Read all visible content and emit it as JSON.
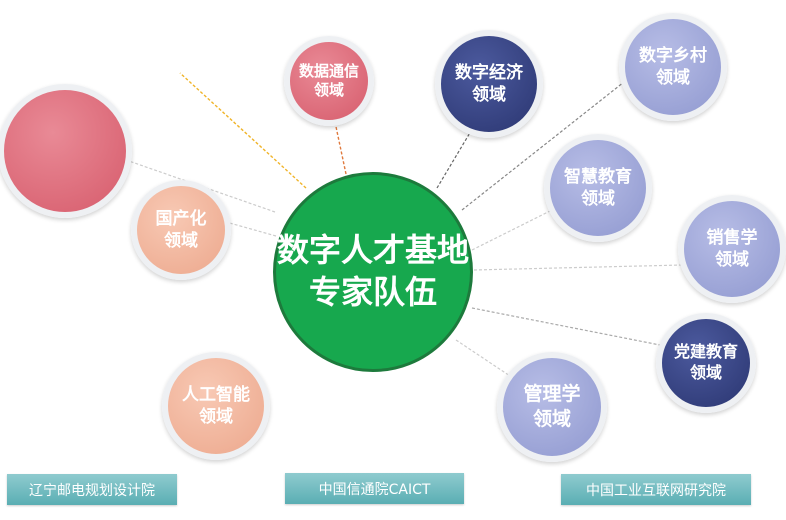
{
  "diagram": {
    "center": {
      "line1": "数字人才基地",
      "line2": "专家队伍"
    },
    "nodes": {
      "shujutongxin": "数据通信\n领域",
      "shuzijingji": "数字经济\n领域",
      "xiangcun": "数字乡村\n领域",
      "zhihui": "智慧教育\n领域",
      "xiaoshou": "销售学\n领域",
      "dangjian": "党建教育\n领域",
      "guanli": "管理学\n领域",
      "rengong": "人工智能\n领域",
      "guochan": "国产化\n领域"
    },
    "colors": {
      "center": "#17a84e",
      "pink": "#d65b6b",
      "navy": "#2a3570",
      "lavender": "#8f98cf",
      "peach": "#eca78c",
      "banner": "#5aaeb3"
    }
  },
  "footer": {
    "org1": "辽宁邮电规划设计院",
    "org2": "中国信通院CAICT",
    "org3": "中国工业互联网研究院"
  }
}
